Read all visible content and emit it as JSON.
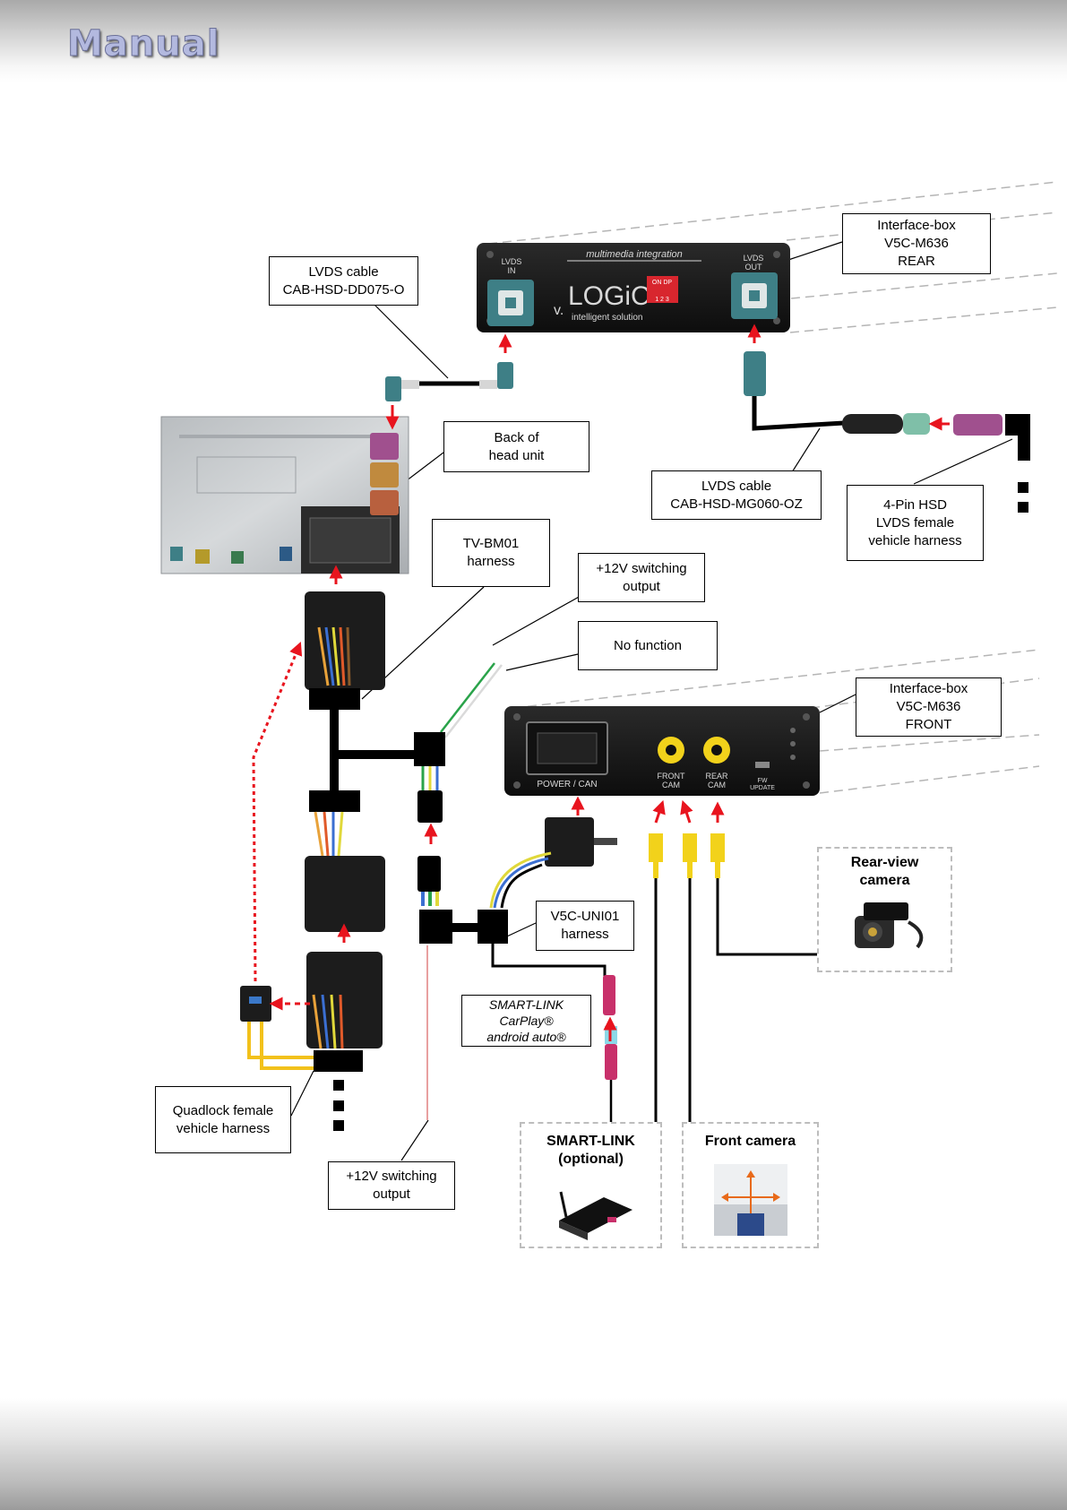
{
  "header": {
    "title": "Manual"
  },
  "labels": {
    "lvds_cable_top": [
      "LVDS cable",
      "CAB-HSD-DD075-O"
    ],
    "interface_rear": [
      "Interface-box",
      "V5C-M636",
      "REAR"
    ],
    "back_head_unit": [
      "Back of",
      "head unit"
    ],
    "lvds_cable_mg": [
      "LVDS cable",
      "CAB-HSD-MG060-OZ"
    ],
    "hsd_harness": [
      "4-Pin HSD",
      "LVDS female",
      "vehicle harness"
    ],
    "tv_bm01": [
      "TV-BM01",
      "harness"
    ],
    "switching_top": [
      "+12V switching",
      "output"
    ],
    "no_function": [
      "No function"
    ],
    "interface_front": [
      "Interface-box",
      "V5C-M636",
      "FRONT"
    ],
    "uni01": [
      "V5C-UNI01",
      "harness"
    ],
    "smartlink_carplay": [
      "SMART-LINK",
      "CarPlay®",
      "android auto®"
    ],
    "quadlock": [
      "Quadlock female",
      "vehicle harness"
    ],
    "switching_bottom": [
      "+12V switching",
      "output"
    ]
  },
  "devices": {
    "rear_camera": [
      "Rear-view",
      "camera"
    ],
    "smartlink_optional": [
      "SMART-LINK",
      "(optional)"
    ],
    "front_camera": [
      "Front camera"
    ]
  },
  "rear_box": {
    "brand_line": "multimedia integration",
    "lvds_in": [
      "LVDS",
      "IN"
    ],
    "lvds_out": [
      "LVDS",
      "OUT"
    ],
    "logo_prefix": "v.",
    "logo": "LOGiC",
    "logo_tagline": "intelligent solution",
    "dip_on": "ON DP",
    "dip_nums": "1 2 3"
  },
  "front_box": {
    "power_can": "POWER / CAN",
    "front_cam": [
      "FRONT",
      "CAM"
    ],
    "rear_cam": [
      "REAR",
      "CAM"
    ],
    "fw_update": [
      "FW",
      "UPDATE"
    ]
  },
  "colors": {
    "arrow": "#e8141e",
    "cable": "#000000",
    "box_body": "#1a1a1a",
    "fakra_blue": "#3e7f86",
    "fakra_violet": "#a0508e",
    "rca_yellow": "#f2d21b",
    "dash_border": "#bdbdbd"
  }
}
